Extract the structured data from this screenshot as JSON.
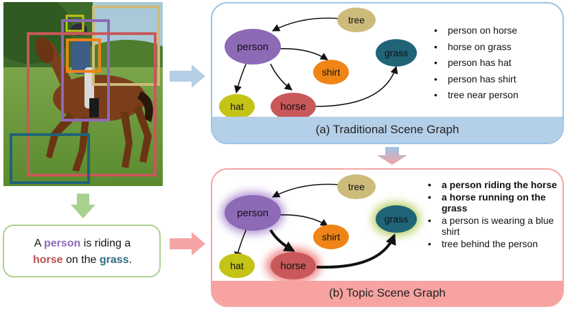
{
  "caption": {
    "prefix": "A ",
    "word_person": "person",
    "middle": " is riding a ",
    "word_horse": "horse",
    "middle2": " on the ",
    "word_grass": "grass",
    "suffix": "."
  },
  "panel_a": {
    "title": "(a) Traditional Scene Graph",
    "nodes": {
      "person": "person",
      "tree": "tree",
      "shirt": "shirt",
      "grass": "grass",
      "hat": "hat",
      "horse": "horse"
    },
    "bullets": [
      "person on horse",
      "horse on grass",
      "person has hat",
      "person has shirt",
      "tree near person"
    ]
  },
  "panel_b": {
    "title": "(b) Topic Scene Graph",
    "nodes": {
      "person": "person",
      "tree": "tree",
      "shirt": "shirt",
      "grass": "grass",
      "hat": "hat",
      "horse": "horse"
    },
    "bullets": [
      {
        "text": "a person riding the horse",
        "bold": true
      },
      {
        "text": "a horse running on the grass",
        "bold": true
      },
      {
        "text": "a person is wearing a blue shirt",
        "bold": false
      },
      {
        "text": "tree behind the person",
        "bold": false
      }
    ]
  },
  "colors": {
    "person": "#8d6ab6",
    "tree": "#cdbb7a",
    "shirt": "#f08416",
    "grass": "#1f6477",
    "hat": "#c3c416",
    "horse": "#c9585a",
    "panel_a_border": "#9dc3e6",
    "panel_b_border": "#f4a4a4",
    "caption_border": "#a9d18e"
  }
}
